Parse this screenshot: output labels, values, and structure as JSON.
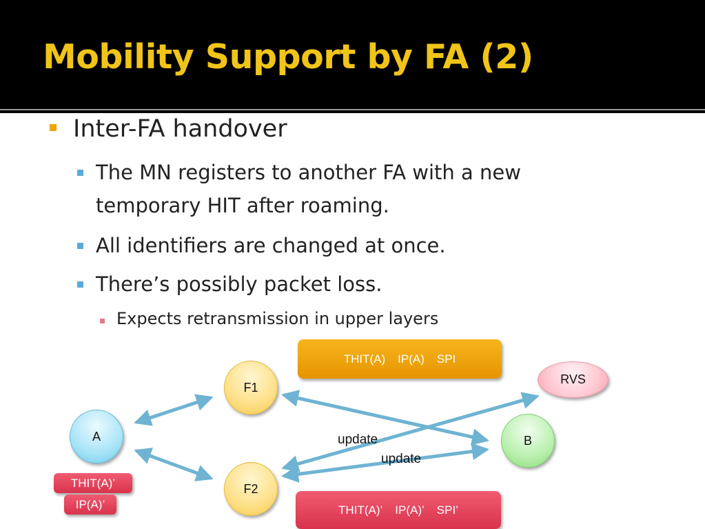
{
  "slide": {
    "title": "Mobility Support by FA (2)",
    "bullet1": "Inter-FA handover",
    "sub_bullets": [
      "The MN registers to another FA with a new",
      "temporary HIT after roaming.",
      "All identifiers are changed at once.",
      "There’s possibly packet loss."
    ],
    "sub_sub_bullet": "Expects retransmission in upper layers"
  },
  "diagram": {
    "nodes": {
      "f1": "F1",
      "f2": "F2",
      "a": "A",
      "b": "B",
      "rvs": "RVS"
    },
    "box_top": [
      "THIT(A)",
      "IP(A)",
      "SPI"
    ],
    "box_bottom": [
      "THIT(A)’",
      "IP(A)’",
      "SPI’"
    ],
    "tag_thit": "THIT(A)’",
    "tag_ip": "IP(A)’",
    "update_1": "update",
    "update_2": "update"
  },
  "colors": {
    "title": "#f0c419",
    "arrow": "#6fb3d2",
    "box_orange": "#f0a30a",
    "box_red": "#e04660"
  }
}
